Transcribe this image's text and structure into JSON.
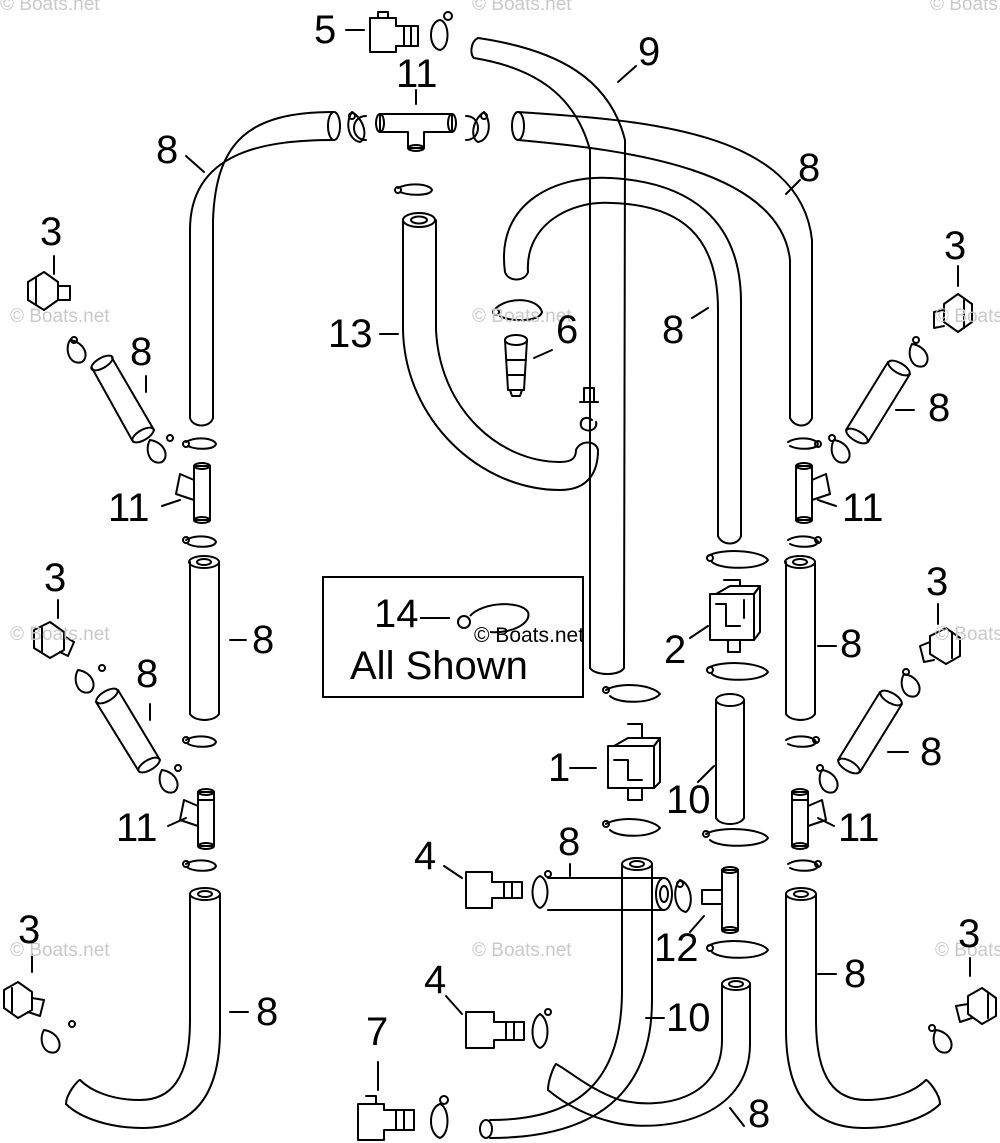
{
  "watermark": "© Boats.net",
  "callouts": {
    "c5": "5",
    "c11_top": "11",
    "c9": "9",
    "c8_top_left": "8",
    "c8_top_right": "8",
    "c3_left_1": "3",
    "c3_right_1": "3",
    "c13": "13",
    "c6": "6",
    "c8_mid_center": "8",
    "c8_left_small_1": "8",
    "c8_right_small_1": "8",
    "c11_left_1": "11",
    "c11_right_1": "11",
    "c3_left_2": "3",
    "c3_right_2": "3",
    "c8_left_hose_2": "8",
    "c8_right_hose_2": "8",
    "c2": "2",
    "c8_left_small_2": "8",
    "c8_right_small_2": "8",
    "c1": "1",
    "c10_center": "10",
    "c11_left_2": "11",
    "c11_right_2": "11",
    "c4_upper": "4",
    "c8_center_low": "8",
    "c12": "12",
    "c3_left_3": "3",
    "c3_right_3": "3",
    "c8_left_bottom": "8",
    "c8_right_bottom": "8",
    "c4_lower": "4",
    "c10_bottom": "10",
    "c7": "7",
    "c8_bottom": "8"
  },
  "note": {
    "number": "14",
    "text": "All Shown",
    "watermark": "© Boats.net"
  }
}
